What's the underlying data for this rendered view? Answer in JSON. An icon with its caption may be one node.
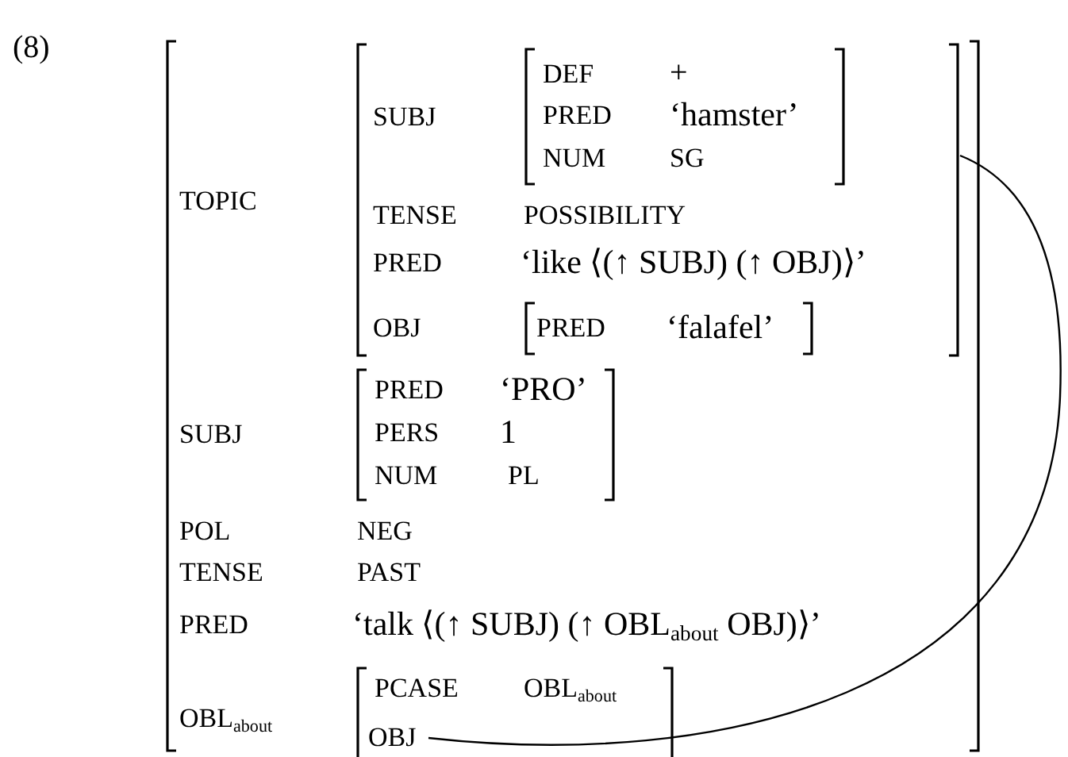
{
  "diagram": {
    "nodes": [
      {
        "text": [
          "TOPIC",
          "SUBJ",
          "POL",
          "NEG",
          "TENSE",
          "PAST",
          "PRED",
          "‘talk ⟨(↑ SUBJ) (↑ OBL$_{about}$ OBJ)⟩’",
          "OBL$_{about}$"
        ]
      },
      {
        "text": [
          "SUBJ",
          "TENSE",
          "POSSIBILITY",
          "PRED",
          "‘like ⟨(↑ SUBJ) (↑ OBJ)⟩’",
          "OBJ"
        ],
        "in": 0
      },
      {
        "text": [
          "DEF",
          "+",
          "PRED",
          "‘hamster’",
          "NUM",
          "SG"
        ],
        "in": 1
      },
      {
        "text": [
          "PRED",
          "‘falafel’"
        ],
        "in": 1
      },
      {
        "text": [
          "PRED",
          "‘PRO’",
          "PERS",
          "1",
          "NUM",
          "PL"
        ],
        "in": 0
      },
      {
        "text": [
          "PCASE",
          "OBL$_{about}$"
        ],
        "in": 0
      },
      {
        "text": [
          "OBJ"
        ],
        "in": 5
      }
    ],
    "edges": [
      {
        "from": 6,
        "to": 1,
        "arrow": "none"
      }
    ],
    "labels": [
      "(8)"
    ]
  }
}
